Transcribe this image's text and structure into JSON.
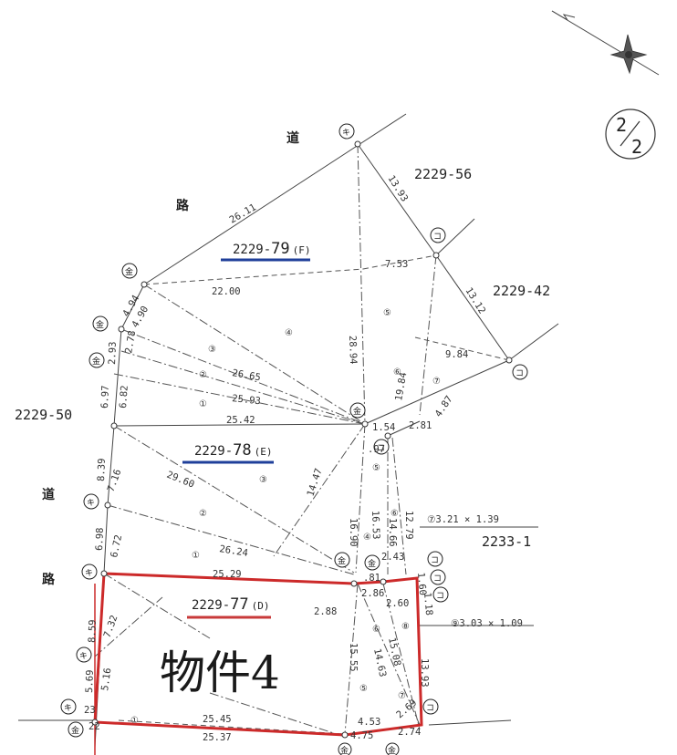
{
  "page": {
    "number": "2",
    "total": "2"
  },
  "lots": [
    {
      "base": "2229-",
      "num": "79",
      "suffix": "(F)",
      "color": "#1f3f9a"
    },
    {
      "base": "2229-",
      "num": "78",
      "suffix": "(E)",
      "color": "#1f3f9a"
    },
    {
      "base": "2229-",
      "num": "77",
      "suffix": "(D)",
      "color": "#c83a3a"
    }
  ],
  "neighbors": [
    "2229-56",
    "2229-42",
    "2229-50",
    "2233-1"
  ],
  "road_chars": [
    "道",
    "路",
    "道",
    "路"
  ],
  "property_label": "物件4",
  "highlight_color": "#cc2a2a",
  "markers": [
    "キ",
    "コ",
    "金"
  ],
  "circle_numbers": [
    "①",
    "②",
    "③",
    "④",
    "⑤",
    "⑥",
    "⑦",
    "⑧",
    "⑨"
  ],
  "measurements": [
    "26.11",
    "13.93",
    "13.12",
    "22.00",
    "7.53",
    "9.84",
    "28.94",
    "19.84",
    "4.87",
    "2.81",
    "4.94",
    "4.90",
    "2.93",
    "2.78",
    "26.65",
    "25.93",
    "6.97",
    "6.82",
    "25.42",
    "1.54",
    ".97",
    "8.39",
    "7.16",
    "29.60",
    "14.47",
    "16.53",
    "16.90",
    "14.66",
    "12.79",
    "6.98",
    "6.72",
    "26.24",
    "2.43",
    "25.29",
    "1.60",
    "1.18",
    ".81",
    "2.86",
    "2.88",
    "2.60",
    "8.59",
    "7.32",
    "15.55",
    "14.63",
    "15.08",
    "13.93",
    "5.69",
    "5.16",
    "23",
    "22",
    "25.45",
    "25.37",
    "4.53",
    "4.75",
    "2.74",
    "2.69"
  ],
  "notes": [
    "⑦3.21 × 1.39",
    "⑨3.03 × 1.09"
  ]
}
